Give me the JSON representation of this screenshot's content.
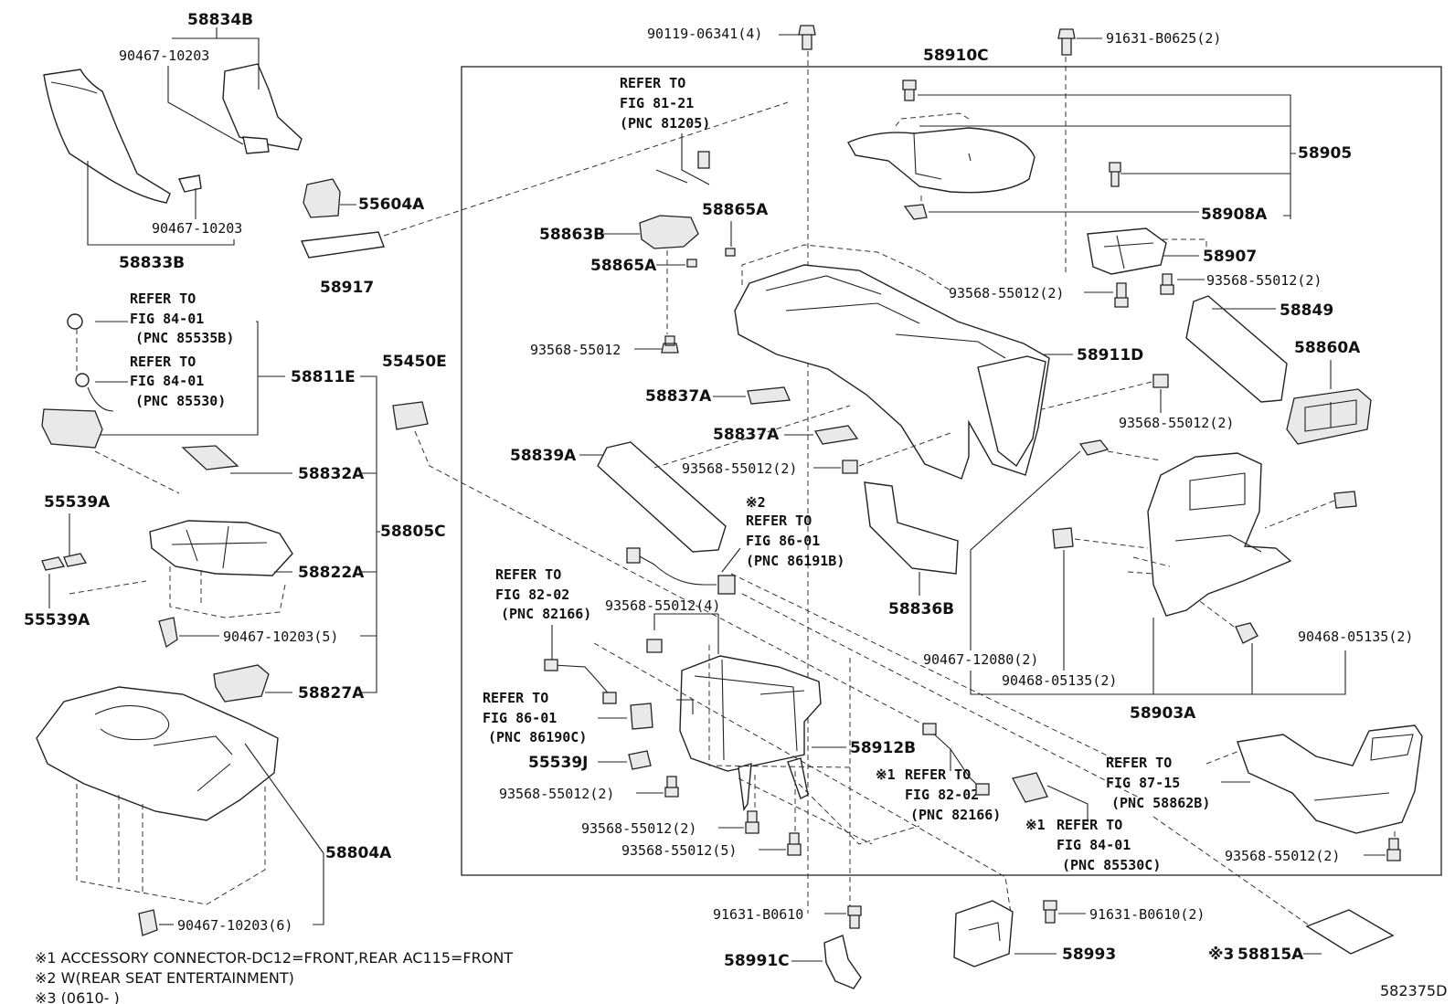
{
  "diagram_id": "582375D",
  "labels": {
    "p58834B": "58834B",
    "p90467_10203_a": "90467-10203",
    "p90467_10203_b": "90467-10203",
    "p58833B": "58833B",
    "p55604A": "55604A",
    "p58917": "58917",
    "p90119": "90119-06341(4)",
    "p91631_b0625": "91631-B0625(2)",
    "p58910C": "58910C",
    "p58905": "58905",
    "p58908A": "58908A",
    "p58907": "58907",
    "p93568_r1": "93568-55012(2)",
    "p93568_r2": "93568-55012(2)",
    "p58849": "58849",
    "p58860A": "58860A",
    "p93568_r3": "93568-55012(2)",
    "p58863B": "58863B",
    "p58865A_a": "58865A",
    "p58865A_b": "58865A",
    "p93568_c1": "93568-55012",
    "p58837A_a": "58837A",
    "p58837A_b": "58837A",
    "p58911D": "58911D",
    "p93568_c2": "93568-55012(2)",
    "p58839A": "58839A",
    "p58836B": "58836B",
    "p58811E": "58811E",
    "p55450E": "55450E",
    "p58832A": "58832A",
    "p55539A_a": "55539A",
    "p55539A_b": "55539A",
    "p58822A": "58822A",
    "p58805C": "58805C",
    "p90467_10203_5": "90467-10203(5)",
    "p58827A": "58827A",
    "p58804A": "58804A",
    "p90467_10203_6": "90467-10203(6)",
    "p93568_4": "93568-55012(4)",
    "p55539J": "55539J",
    "p93568_l1": "93568-55012(2)",
    "p93568_l2": "93568-55012(2)",
    "p93568_5": "93568-55012(5)",
    "p58912B": "58912B",
    "p90467_12080": "90467-12080(2)",
    "p90468_a": "90468-05135(2)",
    "p90468_b": "90468-05135(2)",
    "p58903A": "58903A",
    "p93568_r4": "93568-55012(2)",
    "p91631_b0610_a": "91631-B0610",
    "p91631_b0610_b": "91631-B0610(2)",
    "p58991C": "58991C",
    "p58993": "58993",
    "p58815A": "58815A",
    "mark3": "※3"
  },
  "refs": {
    "r1": [
      "REFER TO",
      "FIG 81-21",
      "(PNC 81205)"
    ],
    "r2": [
      "REFER TO",
      "FIG 84-01",
      "(PNC 85535B)"
    ],
    "r3": [
      "REFER TO",
      "FIG 84-01",
      "(PNC 85530)"
    ],
    "r4_mark": "※2",
    "r4": [
      "REFER TO",
      "FIG 86-01",
      "(PNC 86191B)"
    ],
    "r5": [
      "REFER TO",
      "FIG 82-02",
      "(PNC 82166)"
    ],
    "r6": [
      "REFER TO",
      "FIG 86-01",
      "(PNC 86190C)"
    ],
    "r7_mark": "※1",
    "r7": [
      "REFER TO",
      "FIG 82-02",
      "(PNC 82166)"
    ],
    "r8_mark": "※1",
    "r8": [
      "REFER TO",
      "FIG 84-01",
      "(PNC 85530C)"
    ],
    "r9": [
      "REFER TO",
      "FIG 87-15",
      "(PNC 58862B)"
    ]
  },
  "notes": [
    "※1 ACCESSORY CONNECTOR-DC12=FRONT,REAR AC115=FRONT",
    "※2 W(REAR SEAT ENTERTAINMENT)",
    "※3 (0610-     )"
  ]
}
